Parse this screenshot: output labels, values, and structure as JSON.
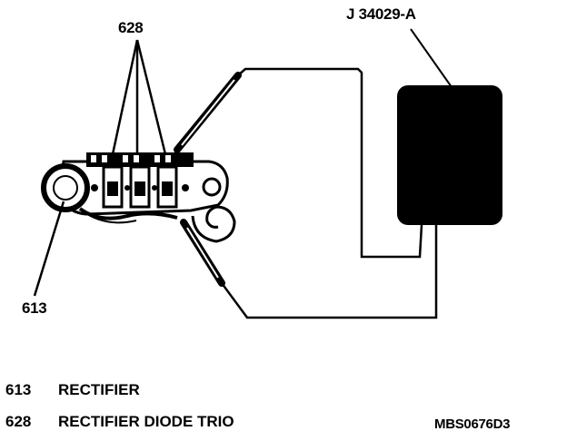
{
  "callouts": {
    "diode_trio_number": "628",
    "tester_name": "J 34029-A",
    "rectifier_number": "613"
  },
  "legend": [
    {
      "number": "613",
      "label": "RECTIFIER"
    },
    {
      "number": "628",
      "label": "RECTIFIER DIODE TRIO"
    }
  ],
  "figure_code": "MBS0676D3",
  "colors": {
    "ink": "#000000",
    "paper": "#ffffff"
  }
}
